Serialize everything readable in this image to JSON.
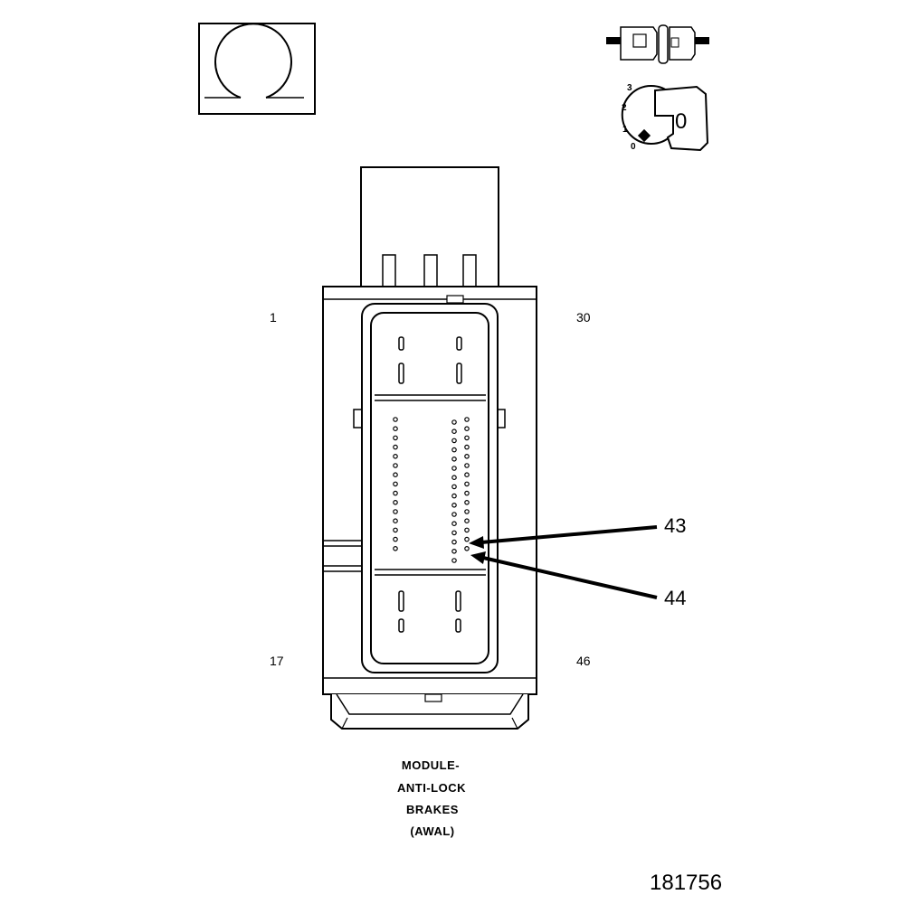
{
  "symbol": {
    "name": "ohm-icon"
  },
  "pin_labels": {
    "top_left": "1",
    "top_right": "30",
    "bottom_left": "17",
    "bottom_right": "46"
  },
  "callouts": {
    "upper": "43",
    "lower": "44"
  },
  "caption": {
    "line1": "MODULE-",
    "line2": "ANTI-LOCK",
    "line3": "BRAKES",
    "line4": "(AWAL)"
  },
  "figure_number": "181756",
  "ignition_key": {
    "positions": [
      "3",
      "2",
      "1",
      "0"
    ],
    "key_label": "0"
  }
}
